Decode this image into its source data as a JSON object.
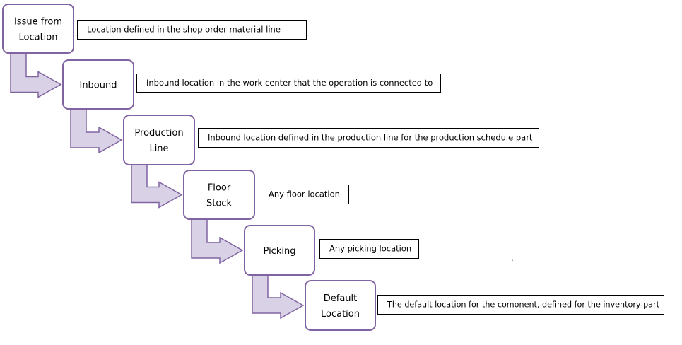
{
  "colors": {
    "step_border": "#8064a2",
    "arrow_fill": "#d9d2e6",
    "arrow_stroke": "#8064a2",
    "desc_border": "#000000"
  },
  "steps": [
    {
      "id": "issue-from-location",
      "lines": [
        "Issue from",
        "Location"
      ],
      "description": "Location defined in the shop order material line"
    },
    {
      "id": "inbound",
      "lines": [
        "Inbound"
      ],
      "description": "Inbound location in the work center that the operation is connected to"
    },
    {
      "id": "production-line",
      "lines": [
        "Production",
        "Line"
      ],
      "description": "Inbound location defined in the production line for the production schedule part"
    },
    {
      "id": "floor-stock",
      "lines": [
        "Floor",
        "Stock"
      ],
      "description": "Any floor location"
    },
    {
      "id": "picking",
      "lines": [
        "Picking"
      ],
      "description": "Any picking location"
    },
    {
      "id": "default-location",
      "lines": [
        "Default",
        "Location"
      ],
      "description": "The default location for the comonent, defined for the inventory part"
    }
  ],
  "stray_mark": "."
}
